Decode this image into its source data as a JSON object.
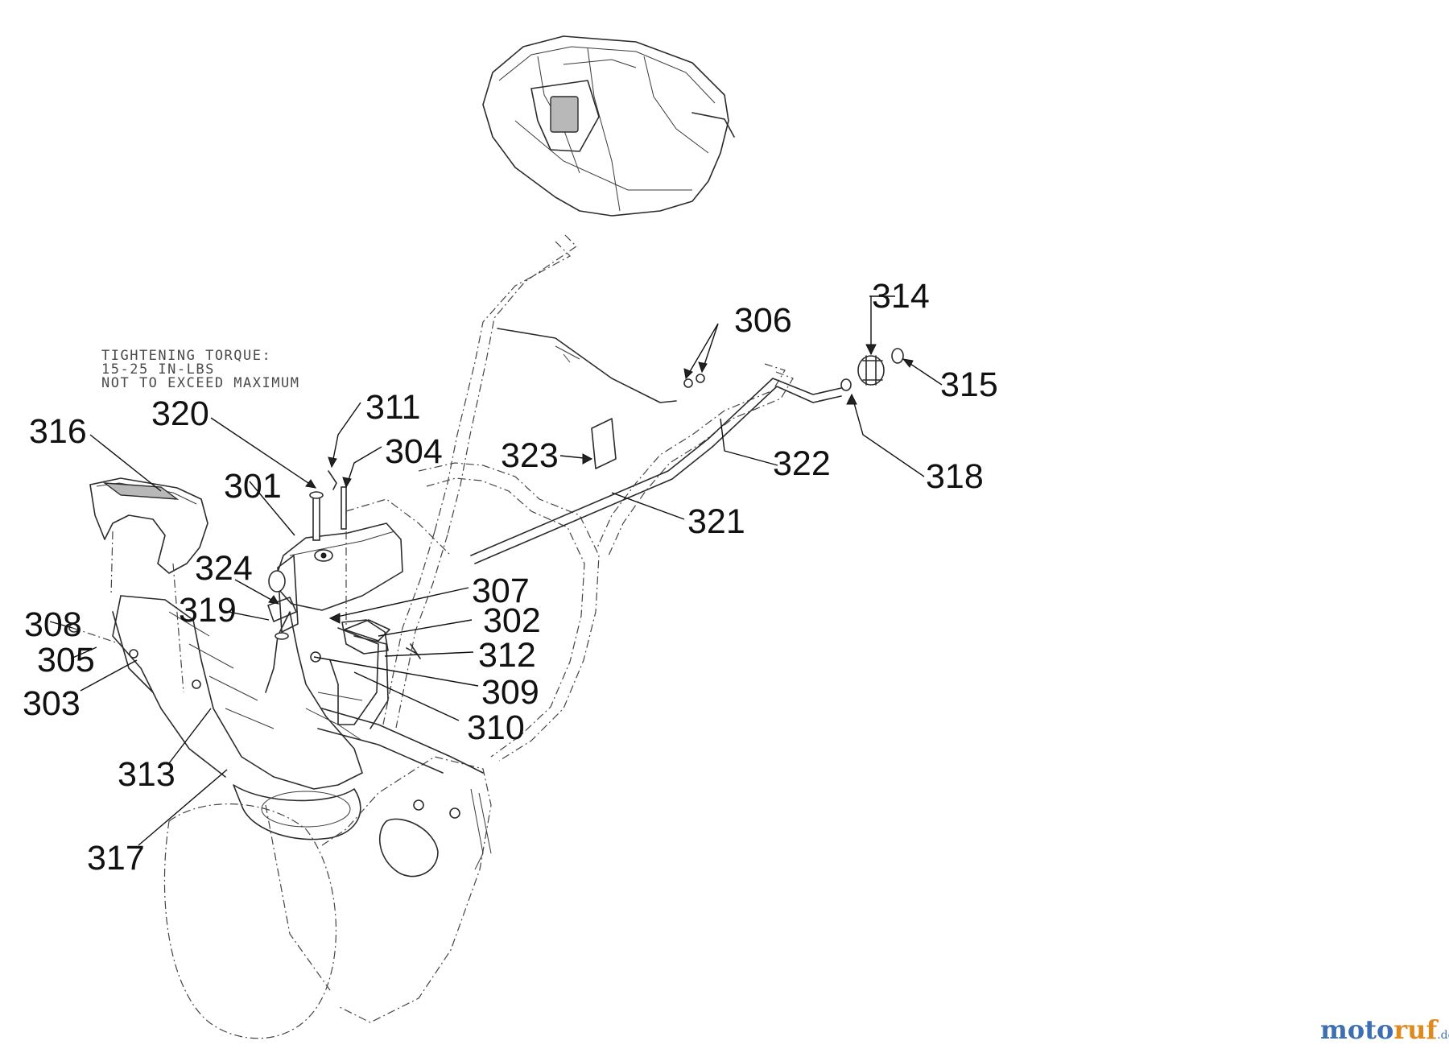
{
  "note": {
    "lines": [
      "TIGHTENING TORQUE:",
      "15-25 IN-LBS",
      "NOT TO EXCEED MAXIMUM"
    ]
  },
  "parts": [
    {
      "id": "p301",
      "number": "301"
    },
    {
      "id": "p302",
      "number": "302"
    },
    {
      "id": "p303",
      "number": "303"
    },
    {
      "id": "p304",
      "number": "304"
    },
    {
      "id": "p305",
      "number": "305"
    },
    {
      "id": "p306",
      "number": "306"
    },
    {
      "id": "p307",
      "number": "307"
    },
    {
      "id": "p308",
      "number": "308"
    },
    {
      "id": "p309",
      "number": "309"
    },
    {
      "id": "p310",
      "number": "310"
    },
    {
      "id": "p311",
      "number": "311"
    },
    {
      "id": "p312",
      "number": "312"
    },
    {
      "id": "p313",
      "number": "313"
    },
    {
      "id": "p314",
      "number": "314"
    },
    {
      "id": "p315",
      "number": "315"
    },
    {
      "id": "p316",
      "number": "316"
    },
    {
      "id": "p317",
      "number": "317"
    },
    {
      "id": "p318",
      "number": "318"
    },
    {
      "id": "p319",
      "number": "319"
    },
    {
      "id": "p320",
      "number": "320"
    },
    {
      "id": "p321",
      "number": "321"
    },
    {
      "id": "p322",
      "number": "322"
    },
    {
      "id": "p323",
      "number": "323"
    },
    {
      "id": "p324",
      "number": "324"
    }
  ],
  "watermark": {
    "part1": "moto",
    "part2": "ruf",
    "suffix": ".de"
  },
  "colors": {
    "line": "#2b2b2b",
    "watermark_blue": "#3e6fb0",
    "watermark_orange": "#e08a1e"
  }
}
